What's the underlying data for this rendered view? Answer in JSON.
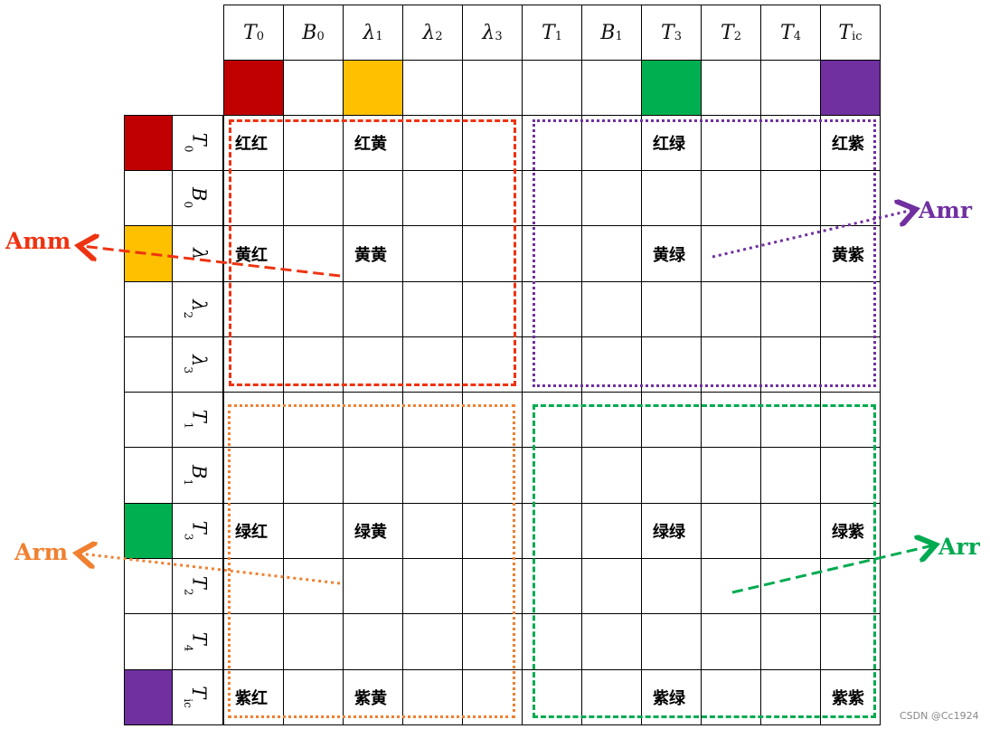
{
  "columns": [
    {
      "sym": "T",
      "sub": "0",
      "color": "#c00000"
    },
    {
      "sym": "B",
      "sub": "0",
      "color": null
    },
    {
      "sym": "λ",
      "sub": "1",
      "color": "#ffc000"
    },
    {
      "sym": "λ",
      "sub": "2",
      "color": null
    },
    {
      "sym": "λ",
      "sub": "3",
      "color": null
    },
    {
      "sym": "T",
      "sub": "1",
      "color": null
    },
    {
      "sym": "B",
      "sub": "1",
      "color": null
    },
    {
      "sym": "T",
      "sub": "3",
      "color": "#00b050"
    },
    {
      "sym": "T",
      "sub": "2",
      "color": null
    },
    {
      "sym": "T",
      "sub": "4",
      "color": null
    },
    {
      "sym": "T",
      "sub": "ic",
      "color": "#7030a0"
    }
  ],
  "rows": [
    {
      "sym": "T",
      "sub": "0",
      "color": "#c00000"
    },
    {
      "sym": "B",
      "sub": "0",
      "color": null
    },
    {
      "sym": "λ",
      "sub": "",
      "color": "#ffc000"
    },
    {
      "sym": "λ",
      "sub": "2",
      "color": null
    },
    {
      "sym": "λ",
      "sub": "3",
      "color": null
    },
    {
      "sym": "T",
      "sub": "1",
      "color": null
    },
    {
      "sym": "B",
      "sub": "1",
      "color": null
    },
    {
      "sym": "T",
      "sub": "3",
      "color": "#00b050"
    },
    {
      "sym": "T",
      "sub": "2",
      "color": null
    },
    {
      "sym": "T",
      "sub": "4",
      "color": null
    },
    {
      "sym": "T",
      "sub": "ic",
      "color": "#7030a0"
    }
  ],
  "cells": [
    [
      "红红",
      "",
      "红黄",
      "",
      "",
      "",
      "",
      "红绿",
      "",
      "",
      "红紫"
    ],
    [
      "",
      "",
      "",
      "",
      "",
      "",
      "",
      "",
      "",
      "",
      ""
    ],
    [
      "黄红",
      "",
      "黄黄",
      "",
      "",
      "",
      "",
      "黄绿",
      "",
      "",
      "黄紫"
    ],
    [
      "",
      "",
      "",
      "",
      "",
      "",
      "",
      "",
      "",
      "",
      ""
    ],
    [
      "",
      "",
      "",
      "",
      "",
      "",
      "",
      "",
      "",
      "",
      ""
    ],
    [
      "",
      "",
      "",
      "",
      "",
      "",
      "",
      "",
      "",
      "",
      ""
    ],
    [
      "",
      "",
      "",
      "",
      "",
      "",
      "",
      "",
      "",
      "",
      ""
    ],
    [
      "绿红",
      "",
      "绿黄",
      "",
      "",
      "",
      "",
      "绿绿",
      "",
      "",
      "绿紫"
    ],
    [
      "",
      "",
      "",
      "",
      "",
      "",
      "",
      "",
      "",
      "",
      ""
    ],
    [
      "",
      "",
      "",
      "",
      "",
      "",
      "",
      "",
      "",
      "",
      ""
    ],
    [
      "紫红",
      "",
      "紫黄",
      "",
      "",
      "",
      "",
      "紫绿",
      "",
      "",
      "紫紫"
    ]
  ],
  "annotations": {
    "amm": {
      "label": "Amm",
      "color": "#ee3311"
    },
    "amr": {
      "label": "Amr",
      "color": "#7030a0"
    },
    "arm": {
      "label": "Arm",
      "color": "#f08030"
    },
    "arr": {
      "label": "Arr",
      "color": "#00aa50"
    }
  },
  "watermark": "CSDN @Cc1924"
}
